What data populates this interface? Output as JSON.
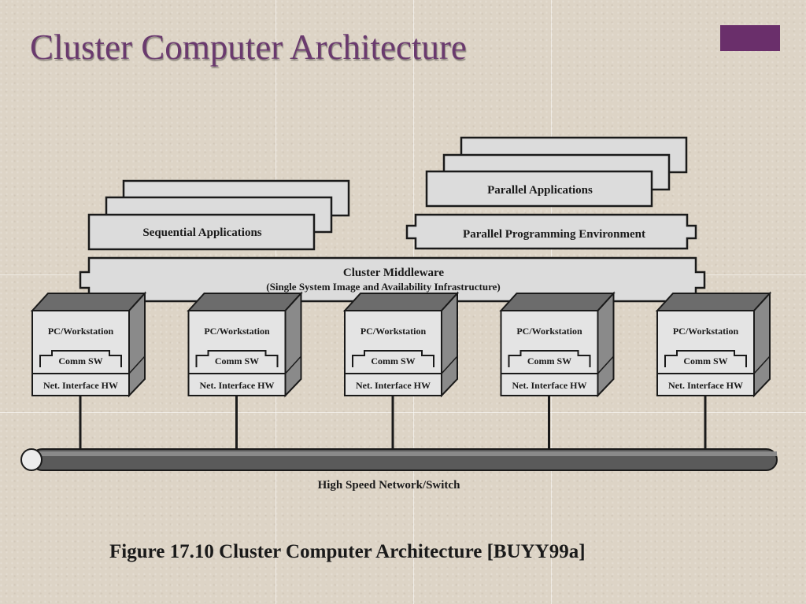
{
  "slide": {
    "title": "Cluster Computer Architecture",
    "accent_color": "#6a2f6b"
  },
  "diagram": {
    "sequential_label": "Sequential Applications",
    "parallel_apps_label": "Parallel Applications",
    "parallel_env_label": "Parallel Programming Environment",
    "middleware_title": "Cluster Middleware",
    "middleware_subtitle": "(Single System Image and Availability Infrastructure)",
    "network_label": "High Speed Network/Switch",
    "nodes": [
      {
        "pc_label": "PC/Workstation",
        "comm_label": "Comm SW",
        "net_label": "Net. Interface HW"
      },
      {
        "pc_label": "PC/Workstation",
        "comm_label": "Comm SW",
        "net_label": "Net. Interface HW"
      },
      {
        "pc_label": "PC/Workstation",
        "comm_label": "Comm SW",
        "net_label": "Net. Interface HW"
      },
      {
        "pc_label": "PC/Workstation",
        "comm_label": "Comm SW",
        "net_label": "Net. Interface HW"
      },
      {
        "pc_label": "PC/Workstation",
        "comm_label": "Comm SW",
        "net_label": "Net. Interface HW"
      }
    ]
  },
  "caption": "Figure 17.10  Cluster Computer Architecture [BUYY99a]"
}
